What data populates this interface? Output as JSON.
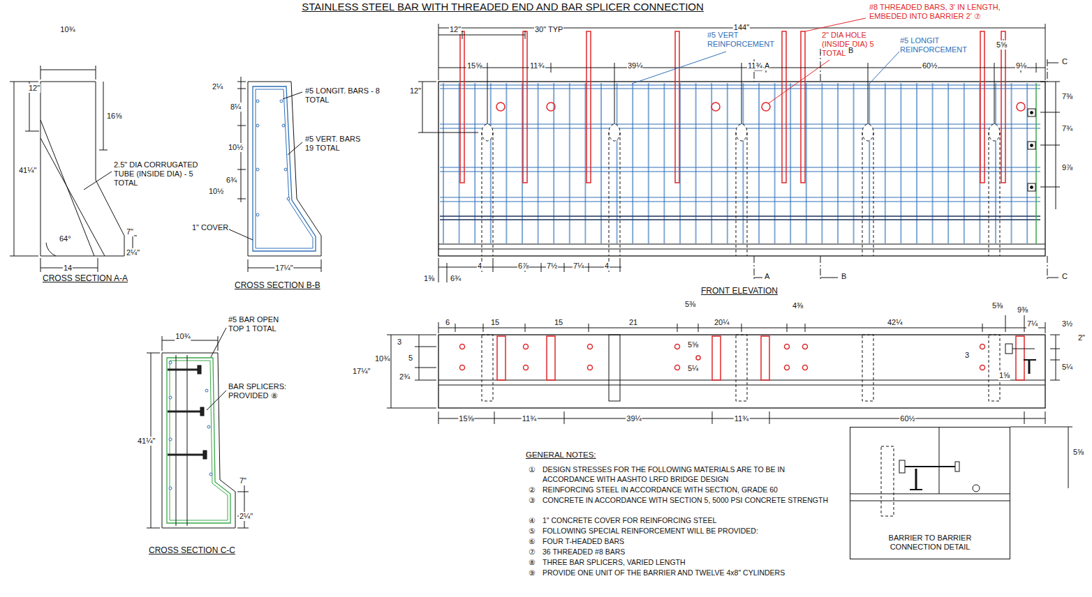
{
  "diagram": {
    "title": "STAINLESS STEEL BAR WITH THREADED END AND BAR SPLICER CONNECTION",
    "nodes": [
      {
        "text": [
          "BARRIER TO BARRIER CONNECTION DETAIL"
        ]
      }
    ],
    "labels": [
      "10¾",
      "12\"",
      "16⅝",
      "41¼\"",
      "2.5\" DIA CORRUGATED TUBE (INSIDE DIA) - 5 TOTAL",
      "64°",
      "7\"",
      "2¼\"",
      "14",
      "CROSS SECTION A-A",
      "2¼",
      "#5 LONGIT. BARS - 8 TOTAL",
      "8¼",
      "10½",
      "#5 VERT. BARS 19 TOTAL",
      "10½",
      "6¾",
      "1\" COVER",
      "17¼\"",
      "CROSS SECTION B-B",
      "10¾",
      "#5 BAR OPEN TOP 1 TOTAL",
      "BAR SPLICERS: PROVIDED ⑧",
      "41¼\"",
      "7\"",
      "2¼\"",
      "CROSS SECTION C-C",
      "144\"",
      "#8 THREADED BARS, 3' IN LENGTH, EMBEDED INTO BARRIER 2' ⑦",
      "#5 VERT REINFORCEMENT",
      "2\" DIA HOLE (INSIDE DIA) 5 TOTAL",
      "#5 LONGIT REINFORCEMENT",
      "12\"",
      "30\" TYP",
      "15⅝",
      "11¾",
      "39¼",
      "11¾",
      "A",
      "B",
      "60½",
      "5⅝",
      "9⅛",
      "C",
      "12\"",
      "7⅜",
      "7¾",
      "9⅞",
      "1⅜",
      "6¾",
      "4",
      "6⅞",
      "7½",
      "7¼",
      "4",
      "A",
      "B",
      "C",
      "FRONT ELEVATION",
      "6",
      "15",
      "15",
      "21",
      "5⅜",
      "20¼",
      "4⅜",
      "42¼",
      "5⅜",
      "9⅜",
      "7¼",
      "3½",
      "2\"",
      "5¼",
      "3",
      "10¾",
      "5",
      "17¼\"",
      "2¾",
      "5⅝",
      "5¼",
      "3",
      "1⅝",
      "15⅝",
      "11¾",
      "39¼",
      "11¾",
      "60½",
      "5⅝",
      "GENERAL NOTES:",
      "①",
      "DESIGN STRESSES FOR THE FOLLOWING MATERIALS ARE TO BE IN ACCORDANCE WITH AASHTO LRFD BRIDGE DESIGN",
      "②",
      "REINFORCING STEEL IN ACCORDANCE WITH SECTION, GRADE 60",
      "③",
      "CONCRETE IN ACCORDANCE WITH SECTION 5, 5000 PSI CONCRETE STRENGTH",
      "④",
      "1\" CONCRETE COVER FOR REINFORCING STEEL",
      "⑤",
      "FOLLOWING SPECIAL REINFORCEMENT WILL BE PROVIDED:",
      "⑥",
      "FOUR T-HEADED BARS",
      "⑦",
      "36 THREADED #8 BARS",
      "⑧",
      "THREE BAR SPLICERS, VARIED LENGTH",
      "⑨",
      "PROVIDE ONE UNIT OF THE BARRIER AND TWELVE 4x8\" CYLINDERS"
    ]
  }
}
